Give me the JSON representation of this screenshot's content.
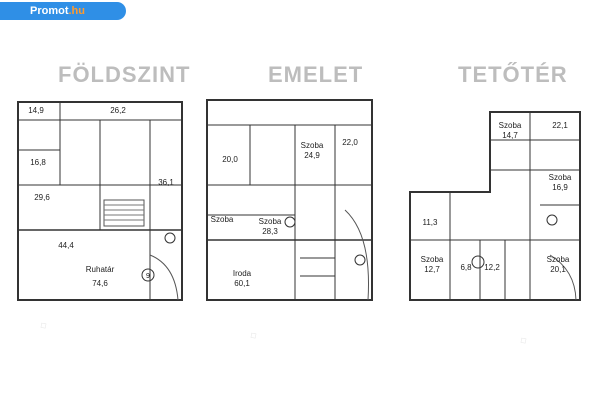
{
  "badge": {
    "brand": "Promot",
    "suffix": ".hu"
  },
  "floors": [
    {
      "title": "FÖLDSZINT",
      "labels": [
        "14,9",
        "26,2",
        "16,8",
        "29,6",
        "44,4",
        "36,1",
        "Ruhatár",
        "74,6",
        "9"
      ]
    },
    {
      "title": "EMELET",
      "labels": [
        "Szoba",
        "24,9",
        "22,0",
        "20,0",
        "Szoba",
        "Szoba",
        "28,3",
        "Iroda",
        "60,1"
      ]
    },
    {
      "title": "TETŐTÉR",
      "labels": [
        "Szoba",
        "14,7",
        "22,1",
        "Szoba",
        "16,9",
        "11,3",
        "Szoba",
        "12,7",
        "6,8",
        "12,2",
        "Szoba",
        "20,1"
      ]
    }
  ]
}
